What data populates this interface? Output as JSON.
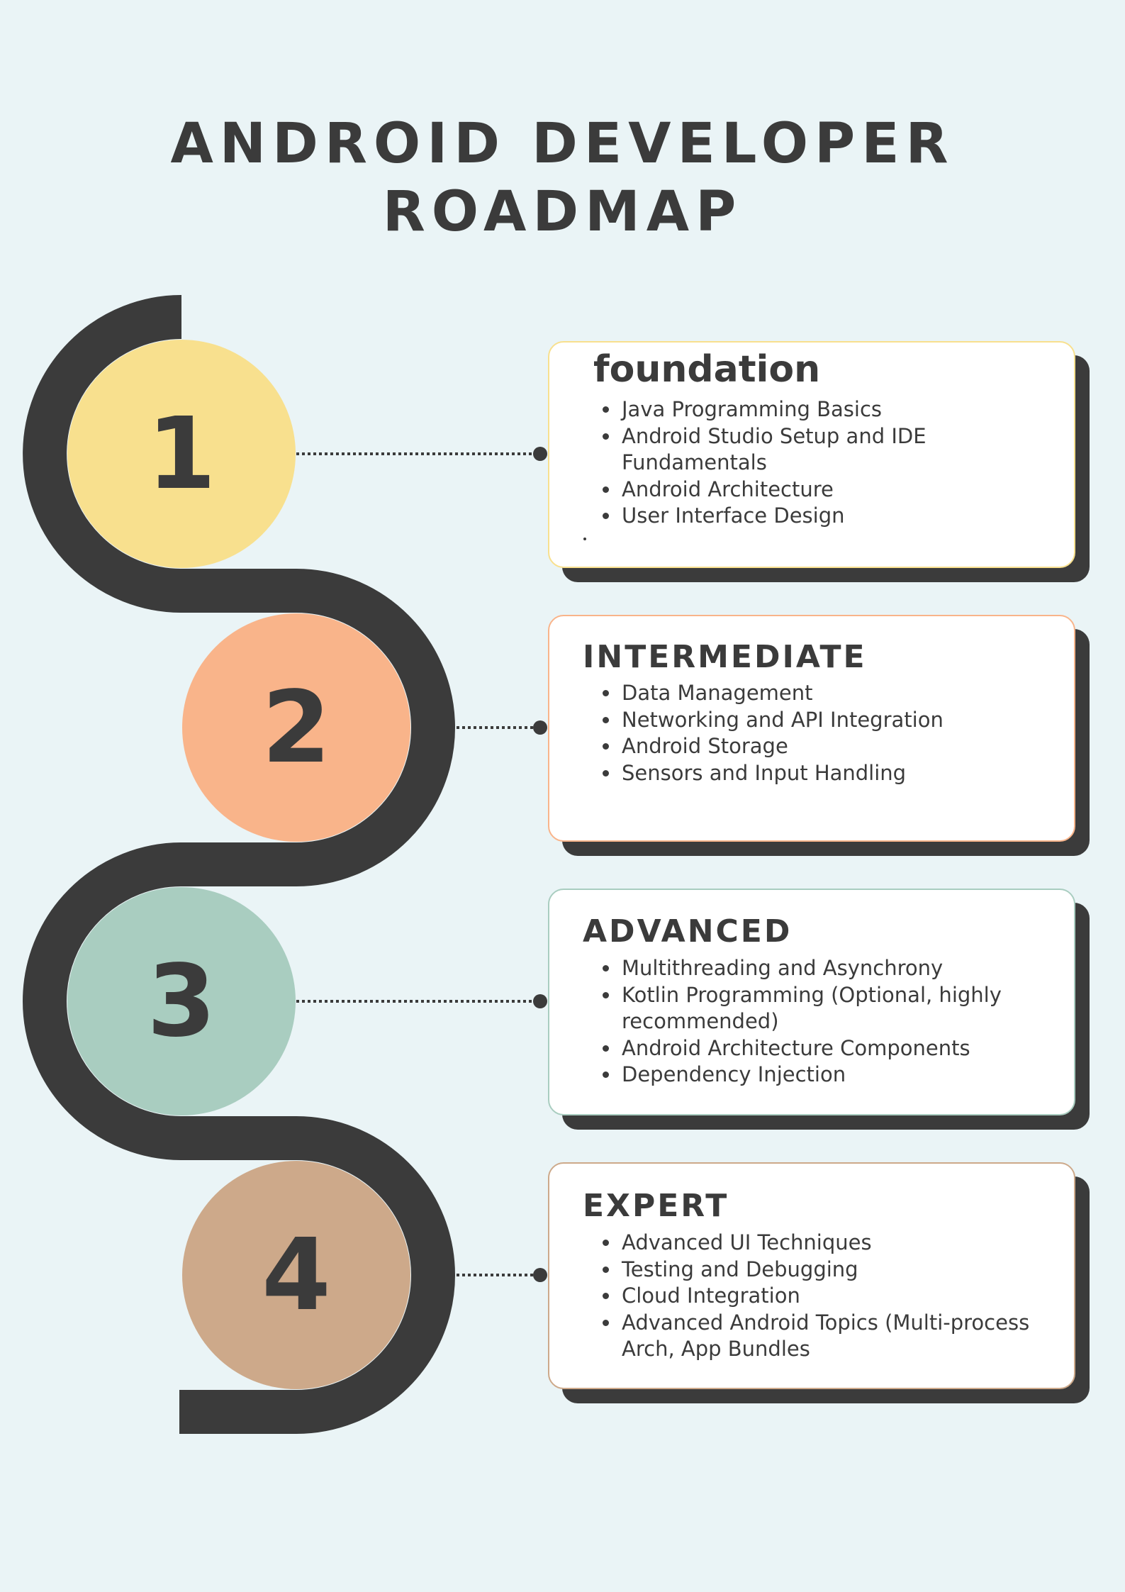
{
  "title": {
    "line1": "ANDROID DEVELOPER",
    "line2": "ROADMAP"
  },
  "colors": {
    "background": "#eaf4f6",
    "snake": "#3b3b3b",
    "step1": "#f8e08e",
    "step2": "#f9b48a",
    "step3": "#a9cdc0",
    "step4": "#cda98a"
  },
  "steps": [
    {
      "number": "1",
      "heading": "foundation",
      "items": [
        "Java Programming Basics",
        "Android Studio Setup and IDE Fundamentals",
        "Android Architecture",
        "User Interface Design"
      ],
      "extra_mark": "."
    },
    {
      "number": "2",
      "heading": "INTERMEDIATE",
      "items": [
        "Data Management",
        "Networking and API Integration",
        "Android Storage",
        "Sensors and Input Handling"
      ]
    },
    {
      "number": "3",
      "heading": "ADVANCED",
      "items": [
        "Multithreading and Asynchrony",
        "Kotlin Programming (Optional, highly recommended)",
        "Android Architecture Components",
        "Dependency Injection"
      ]
    },
    {
      "number": "4",
      "heading": "EXPERT",
      "items": [
        "Advanced UI Techniques",
        "Testing and Debugging",
        "Cloud Integration",
        "Advanced Android Topics (Multi-process Arch, App Bundles"
      ]
    }
  ]
}
